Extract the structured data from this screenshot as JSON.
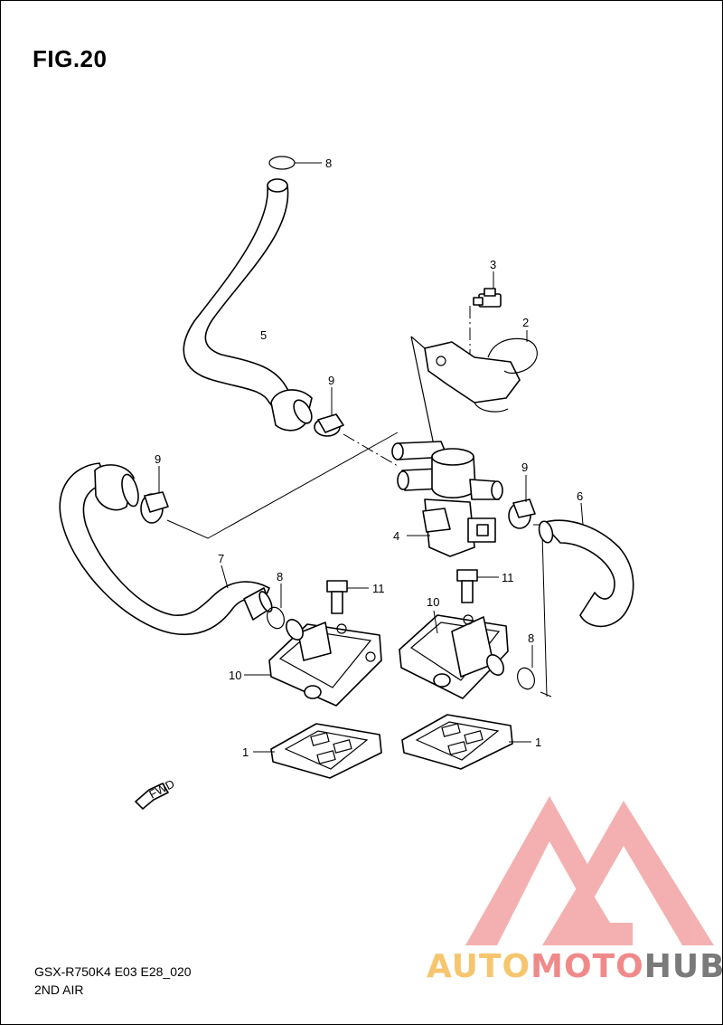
{
  "figure": {
    "title": "FIG.20",
    "model_code": "GSX-R750K4 E03 E28_020",
    "section": "2ND AIR"
  },
  "callouts": [
    {
      "id": "c8a",
      "label": "8"
    },
    {
      "id": "c3",
      "label": "3"
    },
    {
      "id": "c2",
      "label": "2"
    },
    {
      "id": "c5",
      "label": "5"
    },
    {
      "id": "c9a",
      "label": "9"
    },
    {
      "id": "c9b",
      "label": "9"
    },
    {
      "id": "c9c",
      "label": "9"
    },
    {
      "id": "c6",
      "label": "6"
    },
    {
      "id": "c4",
      "label": "4"
    },
    {
      "id": "c7",
      "label": "7"
    },
    {
      "id": "c8b",
      "label": "8"
    },
    {
      "id": "c11a",
      "label": "11"
    },
    {
      "id": "c11b",
      "label": "11"
    },
    {
      "id": "c10a",
      "label": "10"
    },
    {
      "id": "c10b",
      "label": "10"
    },
    {
      "id": "c8c",
      "label": "8"
    },
    {
      "id": "c1a",
      "label": "1"
    },
    {
      "id": "c1b",
      "label": "1"
    }
  ],
  "fwd_label": "FWD",
  "watermark": {
    "part1": "AUTO",
    "part2": "MOTO",
    "part3": "HUB",
    "color1": "#f6c66e",
    "color2": "#f08a8a",
    "color3": "#7a7a7a"
  }
}
